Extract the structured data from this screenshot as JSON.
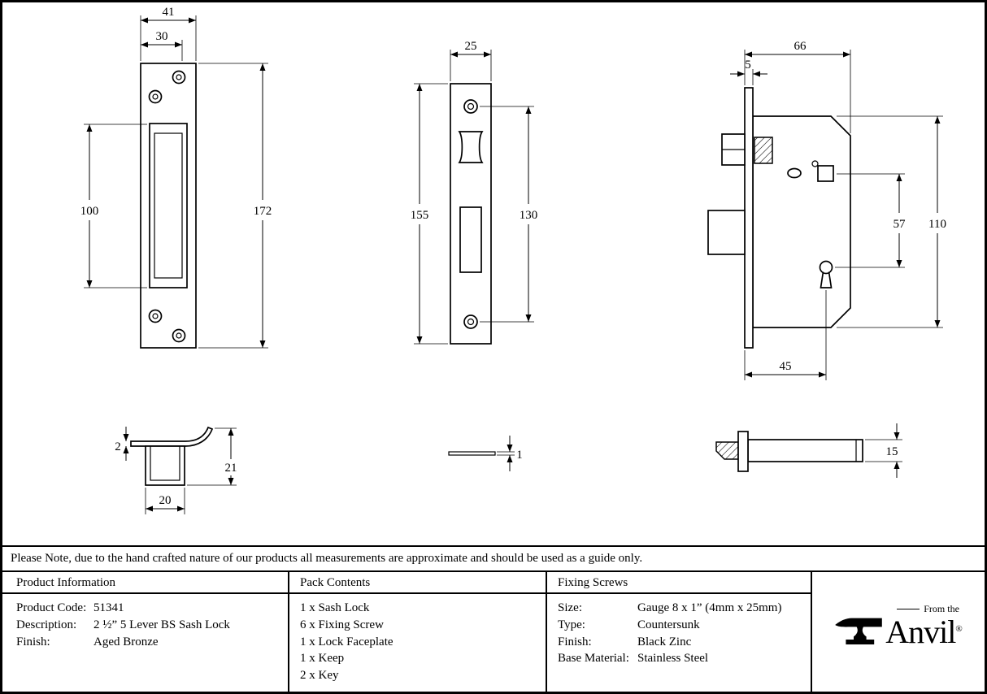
{
  "note": "Please Note, due to the hand crafted nature of our products all measurements are approximate and should be used as a guide only.",
  "table": {
    "product_info": {
      "header": "Product Information",
      "rows": [
        {
          "label": "Product Code:",
          "value": "51341"
        },
        {
          "label": "Description:",
          "value": "2 ½” 5 Lever BS Sash Lock"
        },
        {
          "label": "Finish:",
          "value": "Aged Bronze"
        }
      ]
    },
    "pack_contents": {
      "header": "Pack Contents",
      "items": [
        "1 x Sash Lock",
        "6 x Fixing Screw",
        "1 x Lock Faceplate",
        "1 x Keep",
        "2 x Key"
      ]
    },
    "fixing_screws": {
      "header": "Fixing Screws",
      "rows": [
        {
          "label": "Size:",
          "value": "Gauge 8 x 1” (4mm x 25mm)"
        },
        {
          "label": "Type:",
          "value": "Countersunk"
        },
        {
          "label": "Finish:",
          "value": "Black Zinc"
        },
        {
          "label": "Base Material:",
          "value": "Stainless Steel"
        }
      ]
    }
  },
  "logo": {
    "tagline": "From the",
    "brand": "Anvil",
    "registered": "®"
  },
  "dims": {
    "keep_front": {
      "width_outer": "41",
      "width_inner": "30",
      "aperture_height": "100",
      "height": "172"
    },
    "faceplate_front": {
      "width": "25",
      "height": "155",
      "screw_centres": "130"
    },
    "lock_body": {
      "case_depth": "66",
      "faceplate_offset": "5",
      "spindle_to_keyhole": "57",
      "case_height": "110",
      "backset": "45"
    },
    "keep_profile": {
      "lip_thickness": "2",
      "depth": "21",
      "width": "20"
    },
    "faceplate_side": {
      "thickness": "1"
    },
    "lock_side": {
      "height": "15"
    }
  },
  "colors": {
    "line": "#000000",
    "background": "#ffffff"
  }
}
